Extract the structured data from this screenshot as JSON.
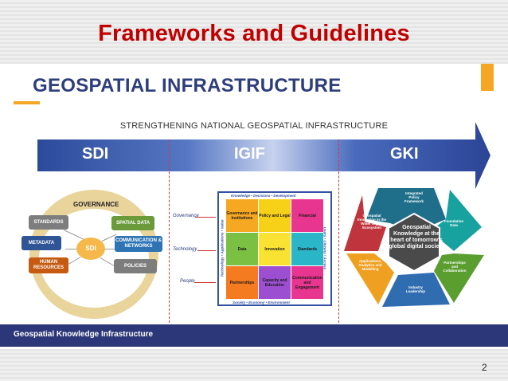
{
  "slide": {
    "title": "Frameworks and Guidelines",
    "page_number": "2"
  },
  "panel": {
    "title": "GEOSPATIAL INFRASTRUCTURE",
    "subtitle": "STRENGTHENING NATIONAL GEOSPATIAL INFRASTRUCTURE",
    "arrow_labels": [
      "SDI",
      "IGIF",
      "GKI"
    ],
    "footer": "Geospatial Knowledge Infrastructure"
  },
  "sdi": {
    "governance": "GOVERNANCE",
    "center": "SDI",
    "boxes": [
      {
        "label": "STANDARDS",
        "color": "#7d7d7d"
      },
      {
        "label": "SPATIAL DATA",
        "color": "#6a9a3a"
      },
      {
        "label": "METADATA",
        "color": "#2f5597"
      },
      {
        "label": "COMMUNICATION & NETWORKS",
        "color": "#2e74b5"
      },
      {
        "label": "HUMAN RESOURCES",
        "color": "#c55a11"
      },
      {
        "label": "POLICIES",
        "color": "#7d7d7d"
      }
    ]
  },
  "igif": {
    "top": "Knowledge • Decisions • Development",
    "bottom": "Society • Economy • Environment",
    "left_side": "Technology • Applications • Value",
    "right_side": "Users • Citizens • Access",
    "row_labels": [
      "Governance",
      "Technology",
      "People"
    ],
    "cells": [
      {
        "label": "Governance and Institutions",
        "color": "#f7a823"
      },
      {
        "label": "Policy and Legal",
        "color": "#f7d117"
      },
      {
        "label": "Financial",
        "color": "#e8358f"
      },
      {
        "label": "Data",
        "color": "#7ac143"
      },
      {
        "label": "Innovation",
        "color": "#f9e231"
      },
      {
        "label": "Standards",
        "color": "#2bb5c9"
      },
      {
        "label": "Partnerships",
        "color": "#f47b20"
      },
      {
        "label": "Capacity and Education",
        "color": "#9d4fd1"
      },
      {
        "label": "Communication and Engagement",
        "color": "#e8358f"
      }
    ]
  },
  "gki": {
    "center": "Geospatial Knowledge at the heart of tomorrow's global digital society",
    "segments": [
      {
        "label": "Integrated Policy Framework",
        "color": "#1f6f8b"
      },
      {
        "label": "Foundation Data",
        "color": "#17a2a0"
      },
      {
        "label": "Partnerships and Collaboration",
        "color": "#5a9e2f"
      },
      {
        "label": "Industry Leadership",
        "color": "#2f6db0"
      },
      {
        "label": "Applications, Analytics and Modelling",
        "color": "#f0a020"
      },
      {
        "label": "Geospatial Innovation in the Wider Digital Ecosystem",
        "color": "#c0353d"
      }
    ]
  },
  "colors": {
    "title_red": "#c00000",
    "heading_blue": "#2d3e7c",
    "accent_orange": "#f5a623",
    "footer_navy": "#2b3778"
  }
}
